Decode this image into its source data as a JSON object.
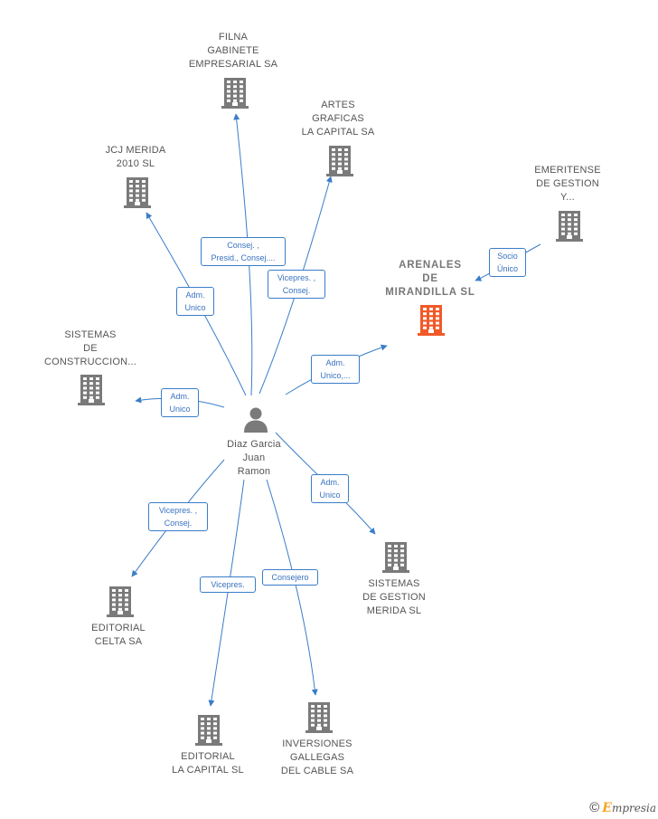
{
  "center": {
    "name_lines": [
      "Diaz Garcia",
      "Juan",
      "Ramon"
    ]
  },
  "nodes": [
    {
      "id": "filna",
      "lines": [
        "FILNA",
        "GABINETE",
        "EMPRESARIAL SA"
      ],
      "highlight": false
    },
    {
      "id": "artes",
      "lines": [
        "ARTES",
        "GRAFICAS",
        "LA CAPITAL SA"
      ],
      "highlight": false
    },
    {
      "id": "jcj",
      "lines": [
        "JCJ MERIDA",
        "2010 SL"
      ],
      "highlight": false
    },
    {
      "id": "emeritense",
      "lines": [
        "EMERITENSE",
        "DE GESTION",
        "Y..."
      ],
      "highlight": false
    },
    {
      "id": "arenales",
      "lines": [
        "ARENALES",
        "DE",
        "MIRANDILLA SL"
      ],
      "highlight": true
    },
    {
      "id": "sistemas-construccion",
      "lines": [
        "SISTEMAS",
        "DE",
        "CONSTRUCCION..."
      ],
      "highlight": false
    },
    {
      "id": "sistemas-gestion",
      "lines": [
        "SISTEMAS",
        "DE GESTION",
        "MERIDA SL"
      ],
      "highlight": false
    },
    {
      "id": "editorial-celta",
      "lines": [
        "EDITORIAL",
        "CELTA SA"
      ],
      "highlight": false
    },
    {
      "id": "editorial-capital",
      "lines": [
        "EDITORIAL",
        "LA CAPITAL SL"
      ],
      "highlight": false
    },
    {
      "id": "inversiones",
      "lines": [
        "INVERSIONES",
        "GALLEGAS",
        "DEL CABLE SA"
      ],
      "highlight": false
    }
  ],
  "edge_labels": {
    "filna": [
      "Consej. ,",
      "Presid., Consej...."
    ],
    "artes": [
      "Vicepres. ,",
      "Consej."
    ],
    "jcj": [
      "Adm.",
      "Unico"
    ],
    "emeritense": [
      "Socio",
      "Único"
    ],
    "arenales": [
      "Adm.",
      "Unico,..."
    ],
    "sistemas-construccion": [
      "Adm.",
      "Unico"
    ],
    "sistemas-gestion": [
      "Adm.",
      "Unico"
    ],
    "editorial-celta": [
      "Vicepres. ,",
      "Consej."
    ],
    "editorial-capital": [
      "Vicepres."
    ],
    "inversiones": [
      "Consejero"
    ]
  },
  "colors": {
    "edge": "#3a7dc9",
    "building": "#7a7a7a",
    "building_highlight": "#f05a28",
    "person": "#7a7a7a"
  },
  "footer": {
    "copyright_symbol": "©",
    "brand_first": "E",
    "brand_rest": "mpresia"
  }
}
